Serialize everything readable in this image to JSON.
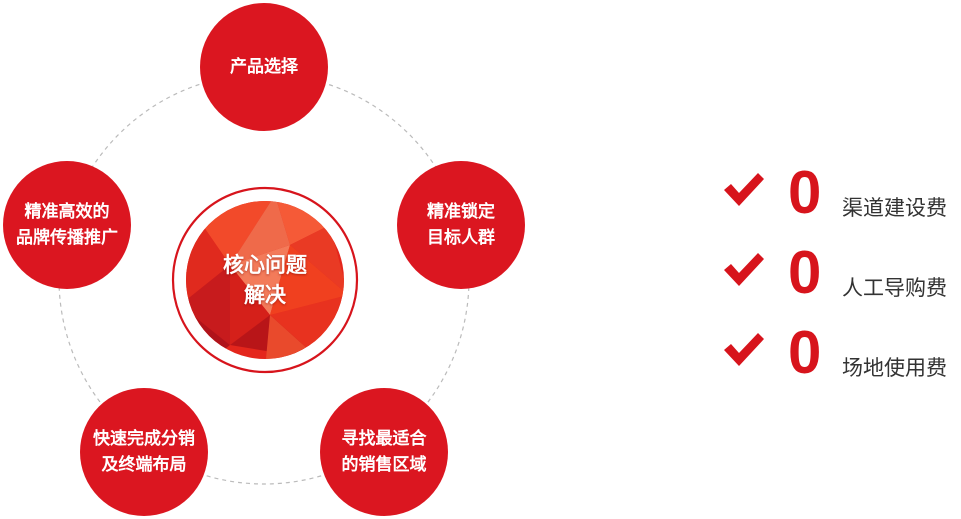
{
  "diagram": {
    "core": {
      "line1": "核心问题",
      "line2": "解决"
    },
    "nodes": {
      "product": {
        "line1": "产品选择"
      },
      "target": {
        "line1": "精准锁定",
        "line2": "目标人群"
      },
      "location": {
        "line1": "寻找最适合",
        "line2": "的销售区域"
      },
      "distribute": {
        "line1": "快速完成分销",
        "line2": "及终端布局"
      },
      "brand": {
        "line1": "精准高效的",
        "line2": "品牌传播推广"
      }
    },
    "colors": {
      "node": "#db1620",
      "core_rim": "#d7141c",
      "ring": "#bbbbbb"
    }
  },
  "benefits": [
    {
      "icon": "check-icon",
      "value": "0",
      "label": "渠道建设费"
    },
    {
      "icon": "check-icon",
      "value": "0",
      "label": "人工导购费"
    },
    {
      "icon": "check-icon",
      "value": "0",
      "label": "场地使用费"
    }
  ],
  "accent_color": "#d7141c"
}
